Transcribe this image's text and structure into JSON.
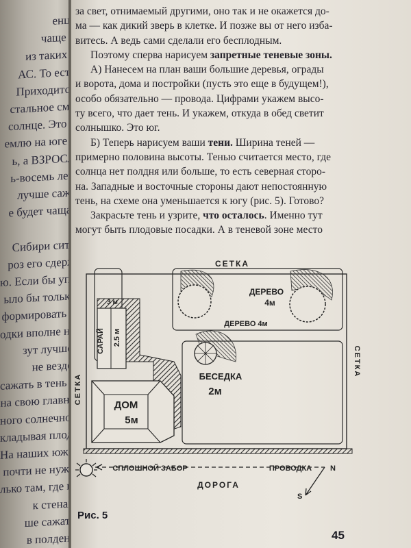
{
  "left_page": {
    "lines": [
      "енця",
      "чаще н",
      "из таких с",
      "АС. То есть",
      "Приходится",
      "стальное смо",
      "солнце. Это к",
      "емлю на юге с",
      "ь, а ВЗРОСЛ",
      "ь-восемь лет.",
      "лучше саже",
      "е будет чаща!",
      "",
      "Сибири ситу",
      "роз его сдерж",
      "ю. Если бы упо",
      "ыло бы только",
      "формировать «",
      "одки вполне нор",
      "зут лучше.",
      "не везде.",
      "сажать в тень о",
      "на свою главну",
      "ного солнечног",
      "кладывая плодо",
      "На наших южны",
      "почти не нужн",
      "лько там, где ну",
      "к стенам",
      "ше сажать",
      "в полдень"
    ]
  },
  "paragraphs": [
    {
      "noindent": true,
      "parts": [
        {
          "t": "за свет, отнимаемый другими, оно так и не окажется до-"
        }
      ]
    },
    {
      "noindent": true,
      "parts": [
        {
          "t": "ма — как дикий зверь в клетке. И позже вы от него изба-"
        }
      ]
    },
    {
      "noindent": true,
      "parts": [
        {
          "t": "витесь. А ведь сами сделали его бесплодным."
        }
      ]
    },
    {
      "noindent": false,
      "parts": [
        {
          "t": "Поэтому сперва нарисуем "
        },
        {
          "t": "запретные теневые зоны.",
          "b": true
        }
      ]
    },
    {
      "noindent": false,
      "parts": [
        {
          "t": "А) Нанесем на план ваши большие деревья, ограды"
        }
      ]
    },
    {
      "noindent": true,
      "parts": [
        {
          "t": "и ворота, дома и постройки (пусть это еще в будущем!),"
        }
      ]
    },
    {
      "noindent": true,
      "parts": [
        {
          "t": "особо обязательно — провода. Цифрами укажем высо-"
        }
      ]
    },
    {
      "noindent": true,
      "parts": [
        {
          "t": "ту всего, что дает тень. И укажем, откуда в обед светит"
        }
      ]
    },
    {
      "noindent": true,
      "parts": [
        {
          "t": "солнышко. Это юг."
        }
      ]
    },
    {
      "noindent": false,
      "parts": [
        {
          "t": "Б) Теперь нарисуем ваши "
        },
        {
          "t": "тени.",
          "b": true
        },
        {
          "t": " Ширина теней —"
        }
      ]
    },
    {
      "noindent": true,
      "parts": [
        {
          "t": "примерно половина высоты. Тенью считается место, где"
        }
      ]
    },
    {
      "noindent": true,
      "parts": [
        {
          "t": "солнца нет полдня или больше, то есть северная сторо-"
        }
      ]
    },
    {
      "noindent": true,
      "parts": [
        {
          "t": "на. Западные и восточные стороны дают непостоянную"
        }
      ]
    },
    {
      "noindent": true,
      "parts": [
        {
          "t": "тень, на схеме она уменьшается к югу (рис. 5). Готово?"
        }
      ]
    },
    {
      "noindent": false,
      "parts": [
        {
          "t": "Закрасьте тень и узрите, "
        },
        {
          "t": "что осталось",
          "b": true
        },
        {
          "t": ". Именно тут"
        }
      ]
    },
    {
      "noindent": true,
      "parts": [
        {
          "t": "могут быть плодовые посадки. А в теневой зоне место"
        }
      ]
    }
  ],
  "figure": {
    "setka_top": "СЕТКА",
    "setka_left": "СЕТКА",
    "setka_right": "СЕТКА",
    "saray": "САРАЙ",
    "saray_height": "2.5 м",
    "saray_height_left": "3 м",
    "dom": "ДОМ",
    "dom_height": "5м",
    "derevo_label_1": "ДЕРЕВО",
    "derevo_height_1": "4м",
    "derevo_label_2": "ДЕРЕВО 4м",
    "besedka": "БЕСЕДКА",
    "besedka_height": "2м",
    "zabor": "СПЛОШНОЙ ЗАБОР",
    "provodka": "ПРОВОДКА",
    "north": "N",
    "south": "S",
    "doroga": "ДОРОГА"
  },
  "caption": "Рис. 5",
  "page_number": "45"
}
